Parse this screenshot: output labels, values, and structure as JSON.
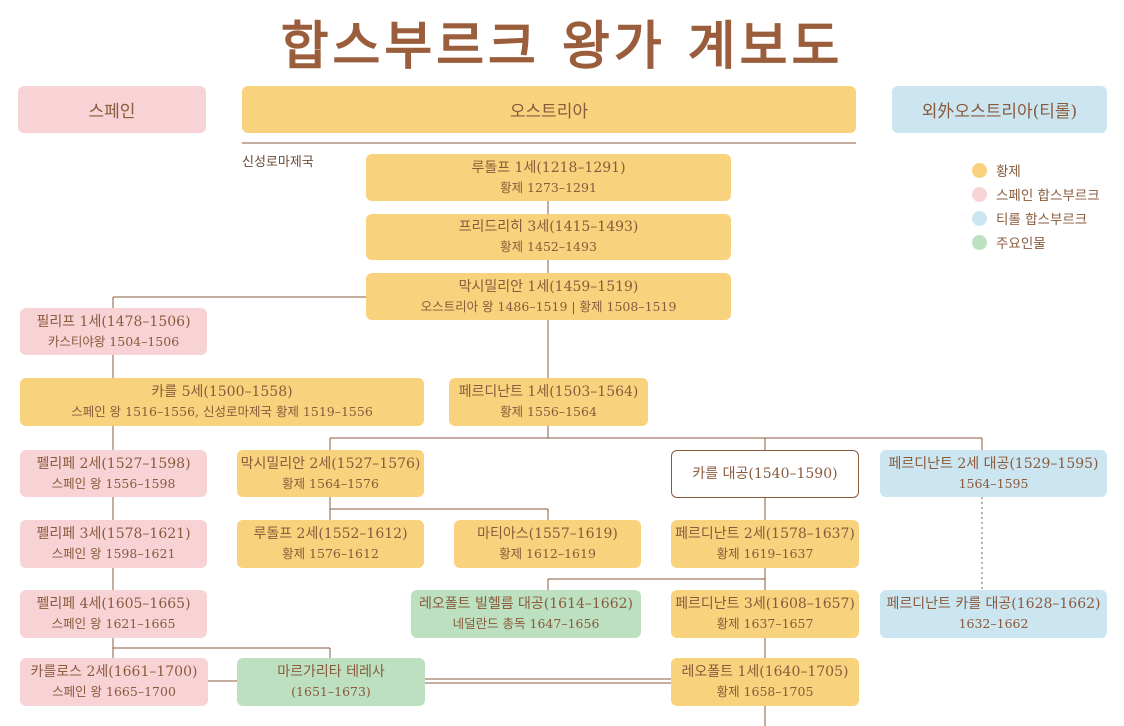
{
  "title": "합스부르크 왕가 계보도",
  "headers": {
    "spain": "스페인",
    "austria": "오스트리아",
    "tyrol": "외外오스트리아(티롤)"
  },
  "hre_label": "신성로마제국",
  "legend": [
    {
      "label": "황제",
      "color": "#f8d27d"
    },
    {
      "label": "스페인 합스부르크",
      "color": "#f8d3d6"
    },
    {
      "label": "티롤 합스부르크",
      "color": "#cbe6f1"
    },
    {
      "label": "주요인물",
      "color": "#bde0c0"
    }
  ],
  "nodes": {
    "rudolf1": {
      "name": "루돌프 1세(1218–1291)",
      "sub": "황제 1273–1291"
    },
    "friedrich3": {
      "name": "프리드리히 3세(1415–1493)",
      "sub": "황제 1452–1493"
    },
    "max1": {
      "name": "막시밀리안 1세(1459–1519)",
      "sub": "오스트리아 왕 1486–1519 | 황제 1508–1519"
    },
    "philip1": {
      "name": "필리프 1세(1478–1506)",
      "sub": "카스티야왕 1504–1506"
    },
    "karl5": {
      "name": "카를 5세(1500–1558)",
      "sub": "스페인 왕 1516–1556, 신성로마제국 황제 1519–1556"
    },
    "ferd1": {
      "name": "페르디난트 1세(1503–1564)",
      "sub": "황제 1556–1564"
    },
    "felipe2": {
      "name": "펠리페 2세(1527–1598)",
      "sub": "스페인 왕 1556–1598"
    },
    "max2": {
      "name": "막시밀리안 2세(1527–1576)",
      "sub": "황제 1564–1576"
    },
    "karl_archduke": {
      "name": "카를 대공(1540–1590)"
    },
    "ferd2_archduke": {
      "name": "페르디난트 2세 대공(1529–1595)",
      "sub": "1564–1595"
    },
    "felipe3": {
      "name": "펠리페 3세(1578–1621)",
      "sub": "스페인 왕 1598–1621"
    },
    "rudolf2": {
      "name": "루돌프 2세(1552–1612)",
      "sub": "황제 1576–1612"
    },
    "matthias": {
      "name": "마티아스(1557–1619)",
      "sub": "황제 1612–1619"
    },
    "ferd2": {
      "name": "페르디난트 2세(1578–1637)",
      "sub": "황제 1619–1637"
    },
    "felipe4": {
      "name": "펠리페 4세(1605–1665)",
      "sub": "스페인 왕 1621–1665"
    },
    "leopold_wilhelm": {
      "name": "레오폴트 빌헬름 대공(1614–1662)",
      "sub": "네덜란드 총독 1647–1656"
    },
    "ferd3": {
      "name": "페르디난트 3세(1608–1657)",
      "sub": "황제 1637–1657"
    },
    "ferd_karl": {
      "name": "페르디난트 카를 대공(1628–1662)",
      "sub": "1632–1662"
    },
    "carlos2": {
      "name": "카를로스 2세(1661–1700)",
      "sub": "스페인 왕 1665–1700"
    },
    "margarita": {
      "name": "마르가리타 테레사",
      "sub": "(1651–1673)"
    },
    "leopold1": {
      "name": "레오폴트 1세(1640–1705)",
      "sub": "황제 1658–1705"
    }
  }
}
